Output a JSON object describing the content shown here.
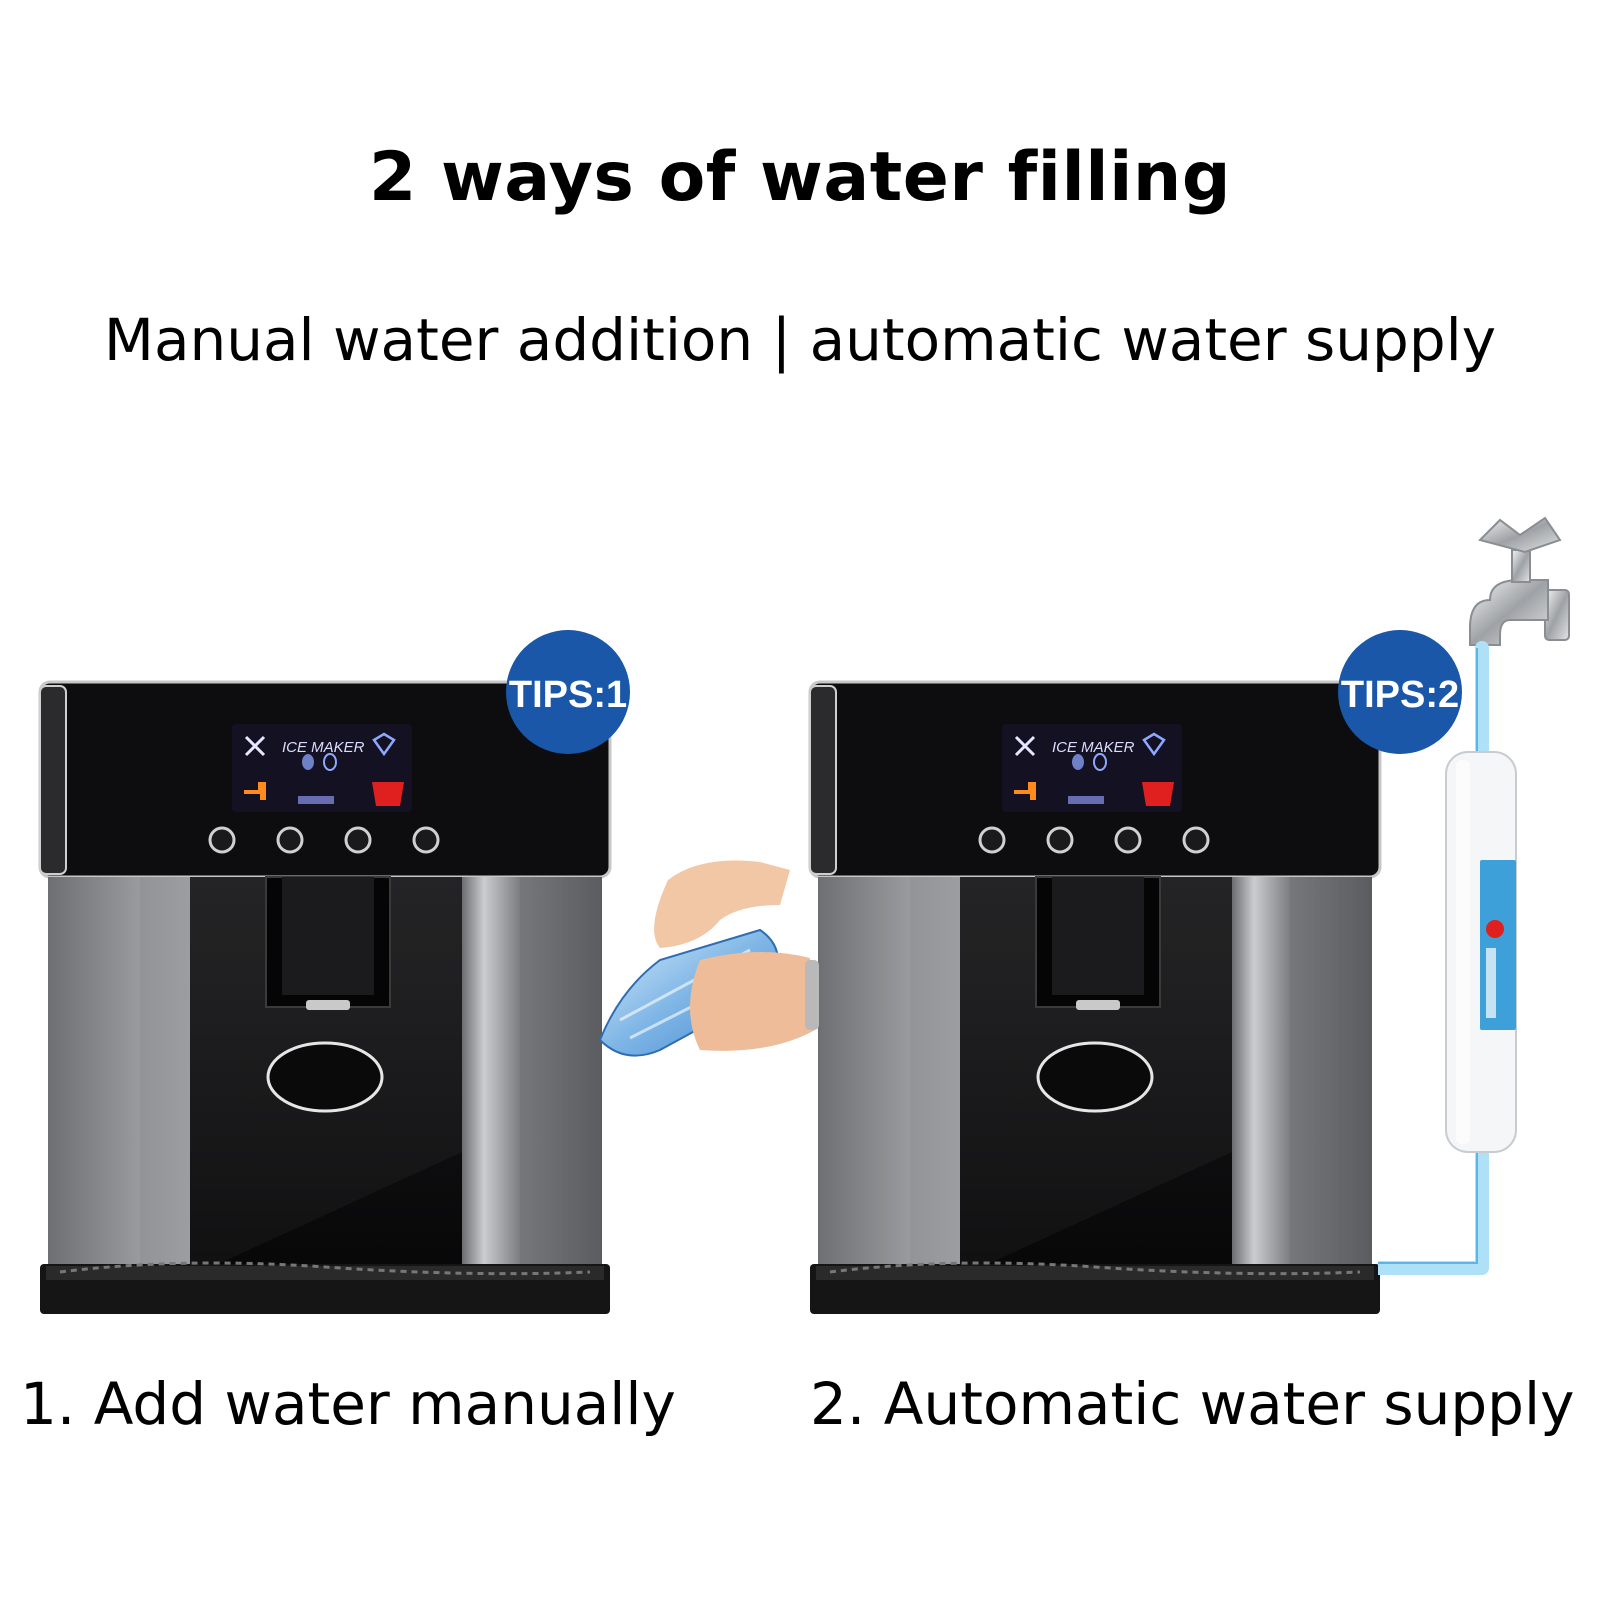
{
  "header": {
    "title": "2 ways of water filling",
    "subtitle": "Manual water addition | automatic water supply"
  },
  "tips": {
    "tip1": "TIPS:1",
    "tip2": "TIPS:2"
  },
  "machine": {
    "panel_label": "ICE MAKER"
  },
  "captions": {
    "method1": "1. Add water manually",
    "method2": "2. Automatic water supply"
  },
  "colors": {
    "badge": "#1a57a8",
    "water_line": "#aee0f7",
    "panel_red": "#e0201e",
    "panel_orange": "#ff8a1e"
  },
  "icons": [
    "close-icon",
    "ice-cube-icon",
    "tap-icon",
    "cup-icon",
    "faucet-icon",
    "water-bottle-icon",
    "filter-cartridge-icon"
  ]
}
